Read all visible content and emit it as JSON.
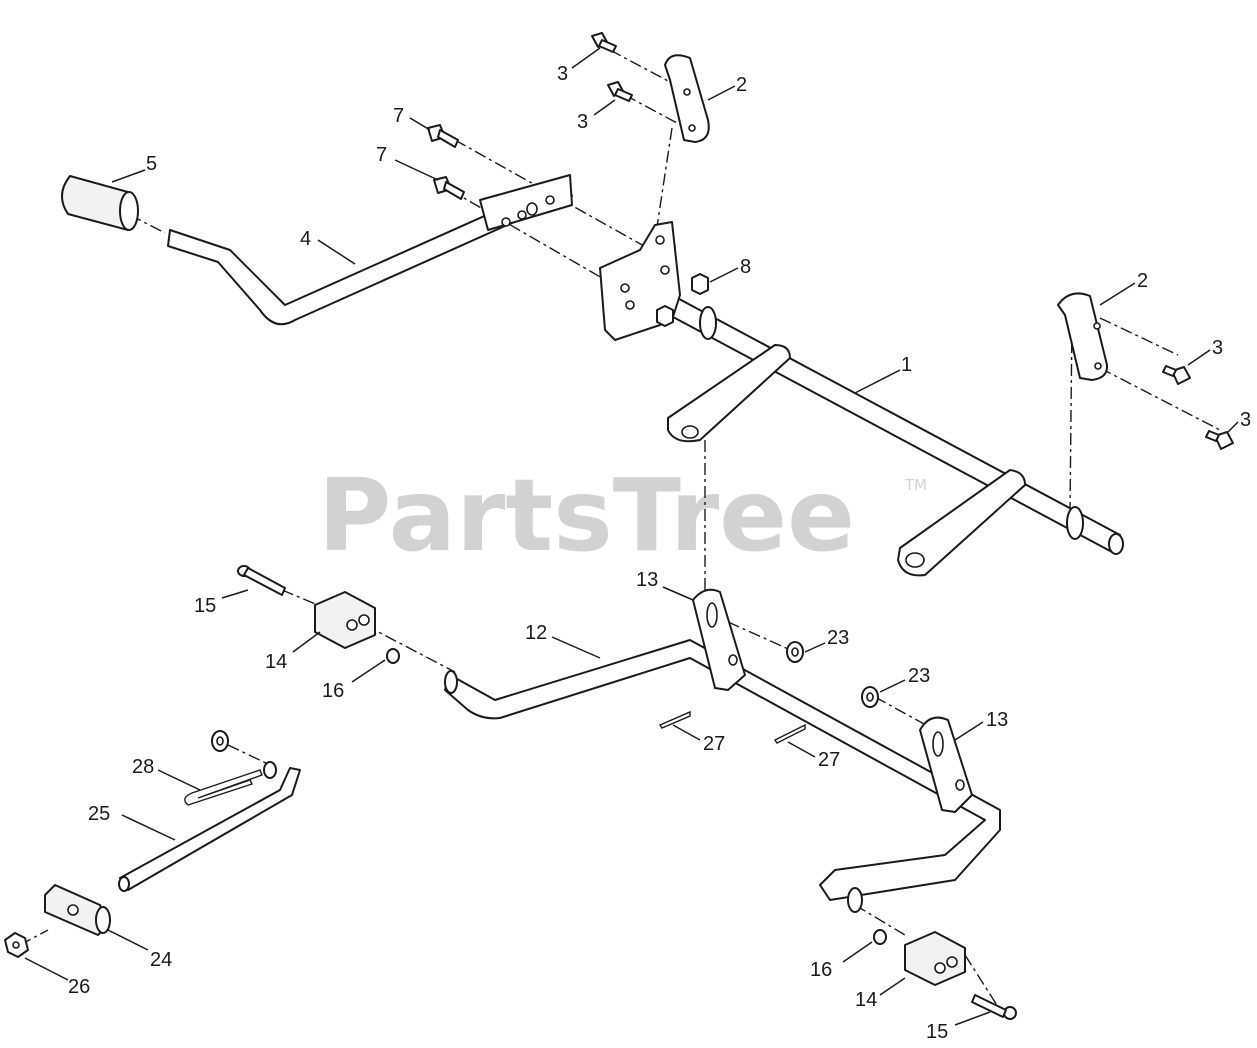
{
  "watermark": {
    "brand": "PartsTree",
    "trademark": "TM"
  },
  "callouts": [
    {
      "id": "c1",
      "label": "1"
    },
    {
      "id": "c2a",
      "label": "2"
    },
    {
      "id": "c2b",
      "label": "2"
    },
    {
      "id": "c3a",
      "label": "3"
    },
    {
      "id": "c3b",
      "label": "3"
    },
    {
      "id": "c3c",
      "label": "3"
    },
    {
      "id": "c3d",
      "label": "3"
    },
    {
      "id": "c4",
      "label": "4"
    },
    {
      "id": "c5",
      "label": "5"
    },
    {
      "id": "c7a",
      "label": "7"
    },
    {
      "id": "c7b",
      "label": "7"
    },
    {
      "id": "c8",
      "label": "8"
    },
    {
      "id": "c12",
      "label": "12"
    },
    {
      "id": "c13a",
      "label": "13"
    },
    {
      "id": "c13b",
      "label": "13"
    },
    {
      "id": "c14a",
      "label": "14"
    },
    {
      "id": "c14b",
      "label": "14"
    },
    {
      "id": "c15a",
      "label": "15"
    },
    {
      "id": "c15b",
      "label": "15"
    },
    {
      "id": "c16a",
      "label": "16"
    },
    {
      "id": "c16b",
      "label": "16"
    },
    {
      "id": "c23a",
      "label": "23"
    },
    {
      "id": "c23b",
      "label": "23"
    },
    {
      "id": "c24",
      "label": "24"
    },
    {
      "id": "c25",
      "label": "25"
    },
    {
      "id": "c26",
      "label": "26"
    },
    {
      "id": "c27a",
      "label": "27"
    },
    {
      "id": "c27b",
      "label": "27"
    },
    {
      "id": "c28",
      "label": "28"
    }
  ]
}
